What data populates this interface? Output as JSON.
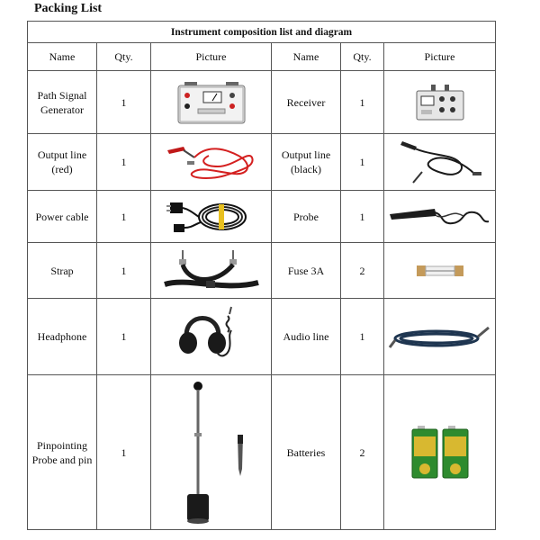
{
  "title": "Packing List",
  "table": {
    "caption": "Instrument composition list and diagram",
    "headers": [
      "Name",
      "Qty.",
      "Picture",
      "Name",
      "Qty.",
      "Picture"
    ],
    "rows": [
      {
        "left_name": "Path Signal Generator",
        "left_qty": "1",
        "left_picture": "signal-generator-icon",
        "right_name": "Receiver",
        "right_qty": "1",
        "right_picture": "receiver-icon"
      },
      {
        "left_name": "Output line (red)",
        "left_qty": "1",
        "left_picture": "red-output-line-icon",
        "right_name": "Output line (black)",
        "right_qty": "1",
        "right_picture": "black-output-line-icon"
      },
      {
        "left_name": "Power cable",
        "left_qty": "1",
        "left_picture": "power-cable-icon",
        "right_name": "Probe",
        "right_qty": "1",
        "right_picture": "probe-icon"
      },
      {
        "left_name": "Strap",
        "left_qty": "1",
        "left_picture": "strap-icon",
        "right_name": "Fuse 3A",
        "right_qty": "2",
        "right_picture": "fuse-icon"
      },
      {
        "left_name": "Headphone",
        "left_qty": "1",
        "left_picture": "headphone-icon",
        "right_name": "Audio line",
        "right_qty": "1",
        "right_picture": "audio-line-icon"
      },
      {
        "left_name": "Pinpointing Probe and pin",
        "left_qty": "1",
        "left_picture": "pinpointing-probe-icon",
        "right_name": "Batteries",
        "right_qty": "2",
        "right_picture": "batteries-icon"
      }
    ]
  },
  "colors": {
    "border": "#555555",
    "cable_red": "#d42020",
    "cable_black": "#1a1a1a",
    "battery_green": "#2e8b2e",
    "battery_gold": "#d8b830"
  }
}
